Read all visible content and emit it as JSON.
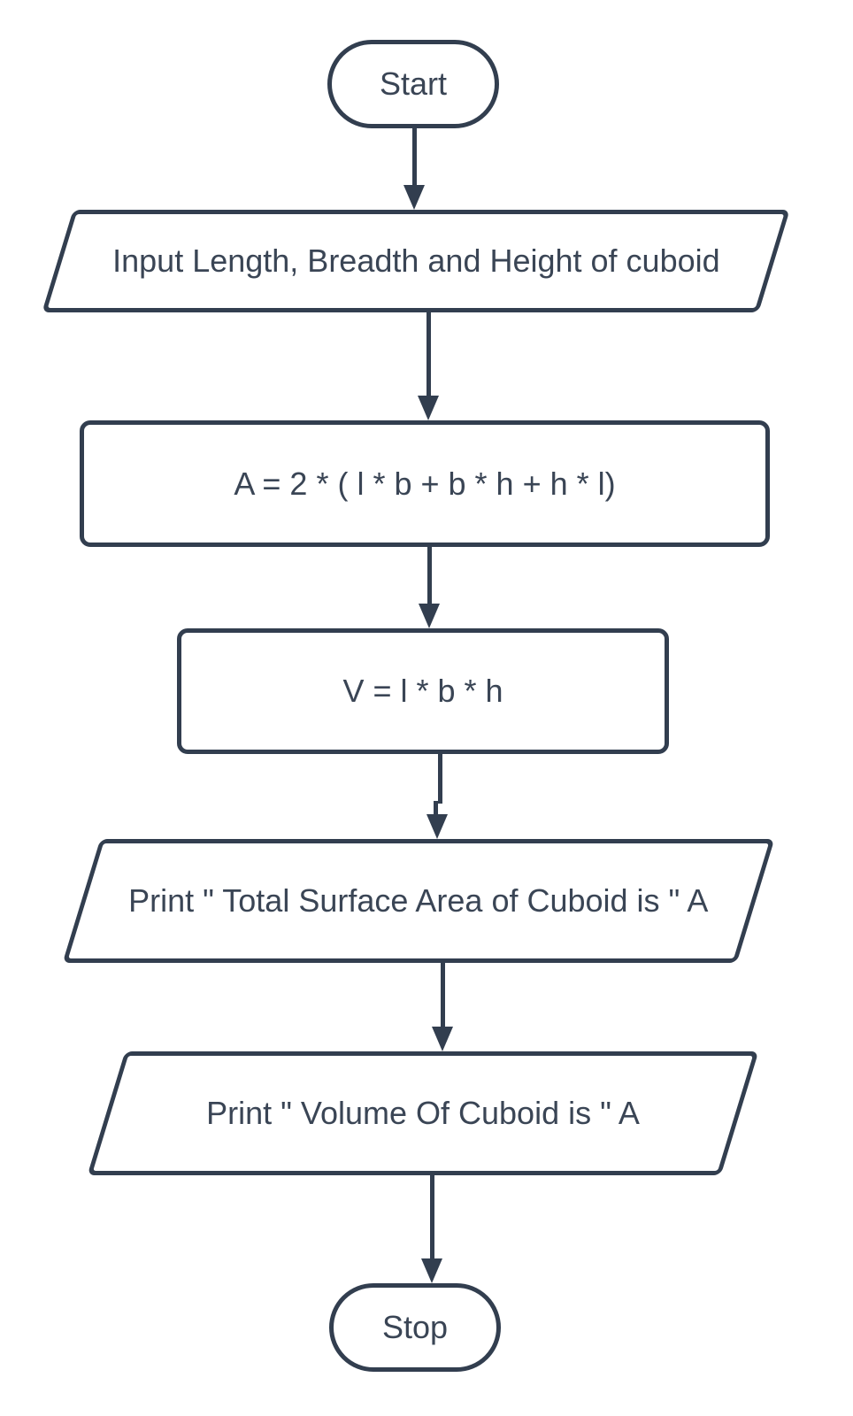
{
  "diagram": {
    "type": "flowchart",
    "background": "#ffffff",
    "stroke_color": "#323e4f",
    "text_color": "#3a4555",
    "nodes": [
      {
        "id": "start",
        "shape": "terminator",
        "label": "Start"
      },
      {
        "id": "input",
        "shape": "parallelogram-io",
        "label": "Input Length, Breadth and Height of cuboid"
      },
      {
        "id": "surface_area",
        "shape": "process-rectangle",
        "label": "A = 2 * ( l * b + b * h + h * l)"
      },
      {
        "id": "volume",
        "shape": "process-rectangle",
        "label": "V = l * b * h"
      },
      {
        "id": "print_area",
        "shape": "parallelogram-io",
        "label": "Print \" Total Surface Area of Cuboid is \" A"
      },
      {
        "id": "print_volume",
        "shape": "parallelogram-io",
        "label": "Print \" Volume Of Cuboid is \" A"
      },
      {
        "id": "stop",
        "shape": "terminator",
        "label": "Stop"
      }
    ],
    "edges": [
      {
        "from": "start",
        "to": "input"
      },
      {
        "from": "input",
        "to": "surface_area"
      },
      {
        "from": "surface_area",
        "to": "volume"
      },
      {
        "from": "volume",
        "to": "print_area"
      },
      {
        "from": "print_area",
        "to": "print_volume"
      },
      {
        "from": "print_volume",
        "to": "stop"
      }
    ]
  }
}
